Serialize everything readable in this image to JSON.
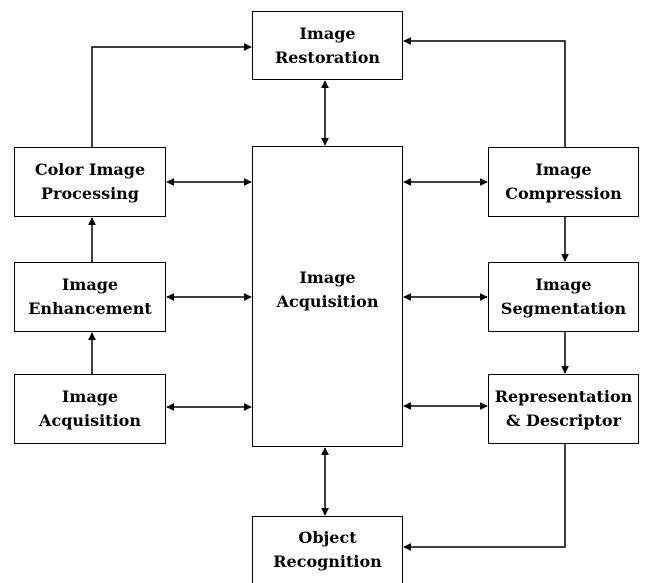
{
  "diagram": {
    "nodes": {
      "restoration": "Image\nRestoration",
      "center": "Image\nAcquisition",
      "recognition": "Object\nRecognition",
      "color": "Color Image\nProcessing",
      "enhancement": "Image\nEnhancement",
      "acquisition_left": "Image\nAcquisition",
      "compression": "Image\nCompression",
      "segmentation": "Image\nSegmentation",
      "representation": "Representation\n& Descriptor"
    },
    "line_color": "#000000"
  }
}
